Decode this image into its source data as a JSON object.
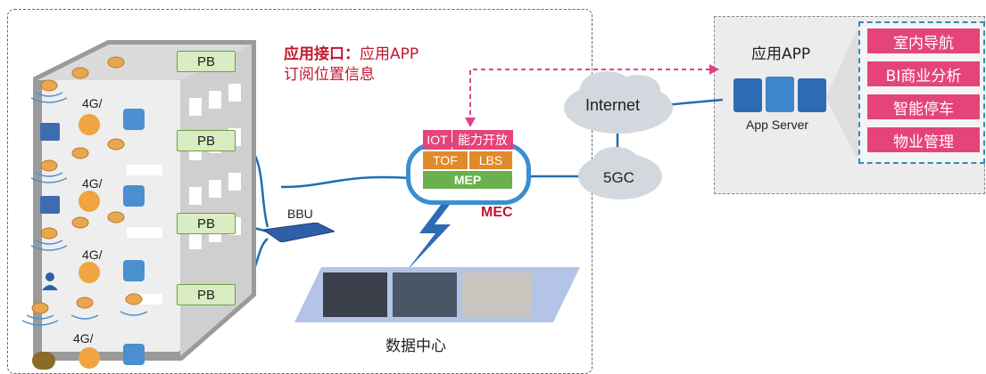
{
  "annotation": {
    "label": "应用接口：",
    "text": "应用APP",
    "line2": "订阅位置信息"
  },
  "building": {
    "pb_label": "PB",
    "tag_4g": "4G/"
  },
  "bbu_label": "BBU",
  "mec": {
    "iot": "IOT",
    "capability": "能力开放",
    "tof": "TOF",
    "lbs": "LBS",
    "mep": "MEP",
    "label": "MEC"
  },
  "data_center_label": "数据中心",
  "internet_label": "Internet",
  "core_label": "5GC",
  "app_panel": {
    "title": "应用APP",
    "server_label": "App Server",
    "items": [
      "室内导航",
      "BI商业分析",
      "智能停车",
      "物业管理"
    ]
  },
  "colors": {
    "annotation_red": "#c0172d",
    "app_pink": "#e5447b",
    "mep_green": "#6ab04c",
    "tof_orange": "#e08a2a",
    "link_blue": "#1f6fb3",
    "dash_pink": "#e0408a"
  }
}
